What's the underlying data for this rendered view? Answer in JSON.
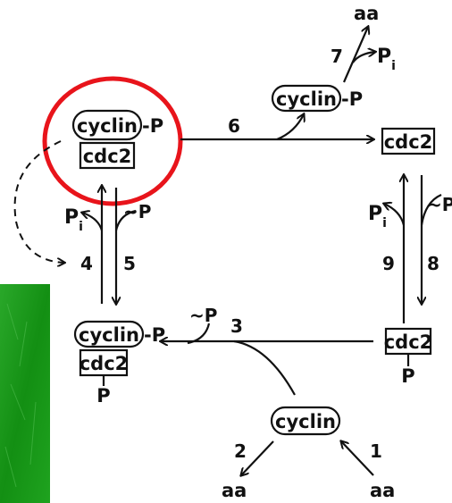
{
  "nodes": {
    "top_left": {
      "protein": "cyclin",
      "partner": "cdc2",
      "phosphate": "-P"
    },
    "top_middle": {
      "protein": "cyclin",
      "phosphate": "-P"
    },
    "top_right": {
      "protein": "cdc2"
    },
    "mid_right": {
      "protein": "cdc2",
      "phosphate": "P"
    },
    "bottom_left": {
      "protein": "cyclin",
      "partner": "cdc2",
      "phosphate_right": "-P",
      "phosphate_below": "P"
    },
    "bottom_center": {
      "protein": "cyclin"
    }
  },
  "steps": [
    "1",
    "2",
    "3",
    "4",
    "5",
    "6",
    "7",
    "8",
    "9"
  ],
  "labels": {
    "aa": "aa",
    "pi_base": "P",
    "pi_sub": "i",
    "atp_p": "~P"
  },
  "highlight": {
    "color": "#e8141b"
  },
  "photo_strip": {
    "color": "#1a9a1a"
  }
}
